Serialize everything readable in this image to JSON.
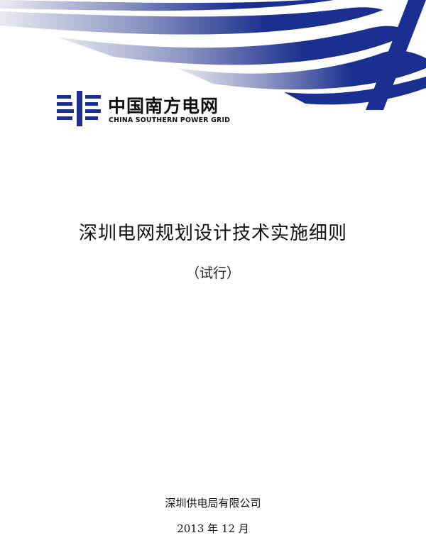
{
  "logo": {
    "name_cn": "中国南方电网",
    "name_en": "CHINA SOUTHERN POWER GRID",
    "icon": "grid-emblem-icon"
  },
  "document": {
    "title": "深圳电网规划设计技术实施细则",
    "subtitle": "（试行）",
    "organization": "深圳供电局有限公司",
    "date": "2013 年 12 月"
  },
  "colors": {
    "brand_blue": "#1a2f8f",
    "band_gray": "#c9cbd2"
  }
}
